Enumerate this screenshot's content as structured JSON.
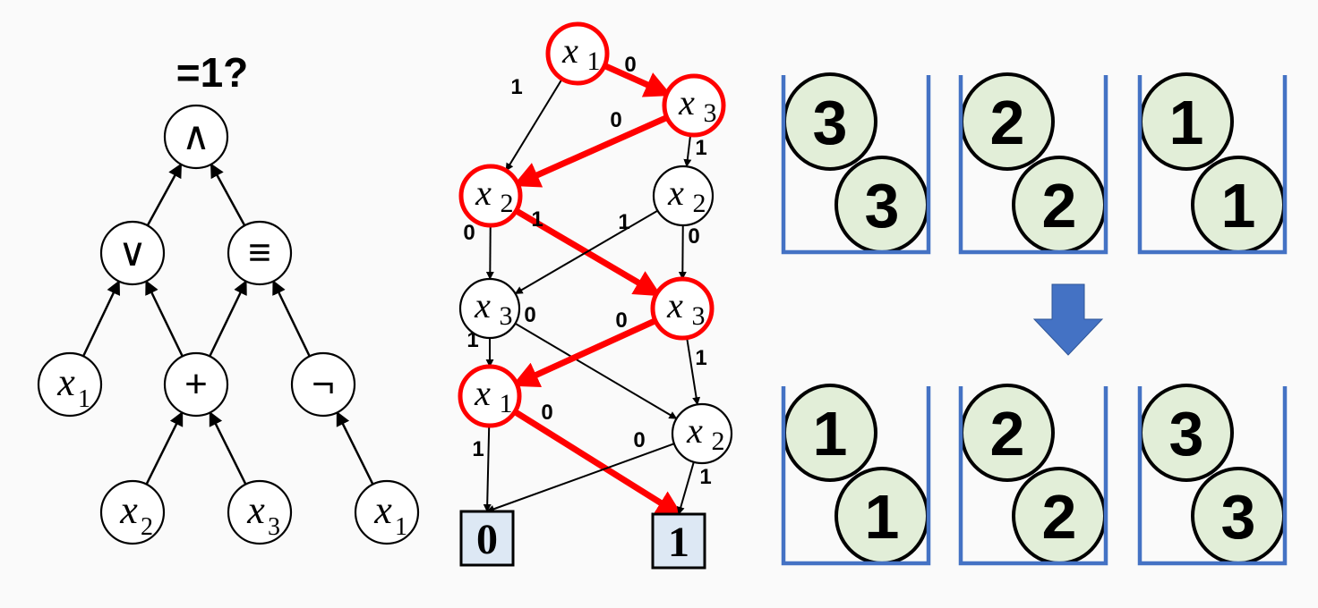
{
  "colors": {
    "background": "#fafafa",
    "node_fill": "#ffffff",
    "stroke": "#000000",
    "highlight": "#ff0000",
    "terminal_fill": "#dde8f4",
    "ball_fill": "#e2eed8",
    "bin": "#4472c4",
    "arrow": "#4472c4"
  },
  "circuit": {
    "question": "=1?",
    "nodes": [
      {
        "id": "and",
        "label": "∧",
        "kind": "op"
      },
      {
        "id": "or",
        "label": "∨",
        "kind": "op"
      },
      {
        "id": "equiv",
        "label": "≡",
        "kind": "op"
      },
      {
        "id": "x1a",
        "label": "x",
        "sub": "1",
        "kind": "var"
      },
      {
        "id": "plus",
        "label": "+",
        "kind": "op"
      },
      {
        "id": "not",
        "label": "¬",
        "kind": "op"
      },
      {
        "id": "x2",
        "label": "x",
        "sub": "2",
        "kind": "var"
      },
      {
        "id": "x3",
        "label": "x",
        "sub": "3",
        "kind": "var"
      },
      {
        "id": "x1b",
        "label": "x",
        "sub": "1",
        "kind": "var"
      }
    ],
    "edges": [
      {
        "from": "or",
        "to": "and"
      },
      {
        "from": "equiv",
        "to": "and"
      },
      {
        "from": "x1a",
        "to": "or"
      },
      {
        "from": "plus",
        "to": "or"
      },
      {
        "from": "plus",
        "to": "equiv"
      },
      {
        "from": "not",
        "to": "equiv"
      },
      {
        "from": "x2",
        "to": "plus"
      },
      {
        "from": "x3",
        "to": "plus"
      },
      {
        "from": "x1b",
        "to": "not"
      }
    ]
  },
  "bdd": {
    "nodes": [
      {
        "id": "n1",
        "label": "x",
        "sub": "1",
        "highlighted": true
      },
      {
        "id": "n2",
        "label": "x",
        "sub": "3",
        "highlighted": true
      },
      {
        "id": "n3",
        "label": "x",
        "sub": "2",
        "highlighted": true
      },
      {
        "id": "n4",
        "label": "x",
        "sub": "2",
        "highlighted": false
      },
      {
        "id": "n5",
        "label": "x",
        "sub": "3",
        "highlighted": false
      },
      {
        "id": "n6",
        "label": "x",
        "sub": "3",
        "highlighted": true
      },
      {
        "id": "n7",
        "label": "x",
        "sub": "1",
        "highlighted": true
      },
      {
        "id": "n8",
        "label": "x",
        "sub": "2",
        "highlighted": false
      }
    ],
    "terminals": [
      {
        "id": "t0",
        "label": "0"
      },
      {
        "id": "t1",
        "label": "1"
      }
    ],
    "edges": [
      {
        "from": "n1",
        "to": "n3",
        "label": "1",
        "highlighted": false
      },
      {
        "from": "n1",
        "to": "n2",
        "label": "0",
        "highlighted": true
      },
      {
        "from": "n2",
        "to": "n3",
        "label": "0",
        "highlighted": true
      },
      {
        "from": "n2",
        "to": "n4",
        "label": "1",
        "highlighted": false
      },
      {
        "from": "n3",
        "to": "n5",
        "label": "0",
        "highlighted": false
      },
      {
        "from": "n3",
        "to": "n6",
        "label": "1",
        "highlighted": true
      },
      {
        "from": "n4",
        "to": "n5",
        "label": "1",
        "highlighted": false
      },
      {
        "from": "n4",
        "to": "n6",
        "label": "0",
        "highlighted": false
      },
      {
        "from": "n5",
        "to": "n7",
        "label": "1",
        "highlighted": false
      },
      {
        "from": "n5",
        "to": "n8",
        "label": "0",
        "highlighted": false
      },
      {
        "from": "n6",
        "to": "n7",
        "label": "0",
        "highlighted": true
      },
      {
        "from": "n6",
        "to": "n8",
        "label": "1",
        "highlighted": false
      },
      {
        "from": "n7",
        "to": "t0",
        "label": "1",
        "highlighted": false
      },
      {
        "from": "n7",
        "to": "t1",
        "label": "0",
        "highlighted": true
      },
      {
        "from": "n8",
        "to": "t0",
        "label": "0",
        "highlighted": false
      },
      {
        "from": "n8",
        "to": "t1",
        "label": "1",
        "highlighted": false
      }
    ]
  },
  "bins": {
    "before": [
      {
        "balls": [
          "3",
          "3"
        ]
      },
      {
        "balls": [
          "2",
          "2"
        ]
      },
      {
        "balls": [
          "1",
          "1"
        ]
      }
    ],
    "after": [
      {
        "balls": [
          "1",
          "1"
        ]
      },
      {
        "balls": [
          "2",
          "2"
        ]
      },
      {
        "balls": [
          "3",
          "3"
        ]
      }
    ],
    "transition_icon": "down-arrow-icon"
  }
}
